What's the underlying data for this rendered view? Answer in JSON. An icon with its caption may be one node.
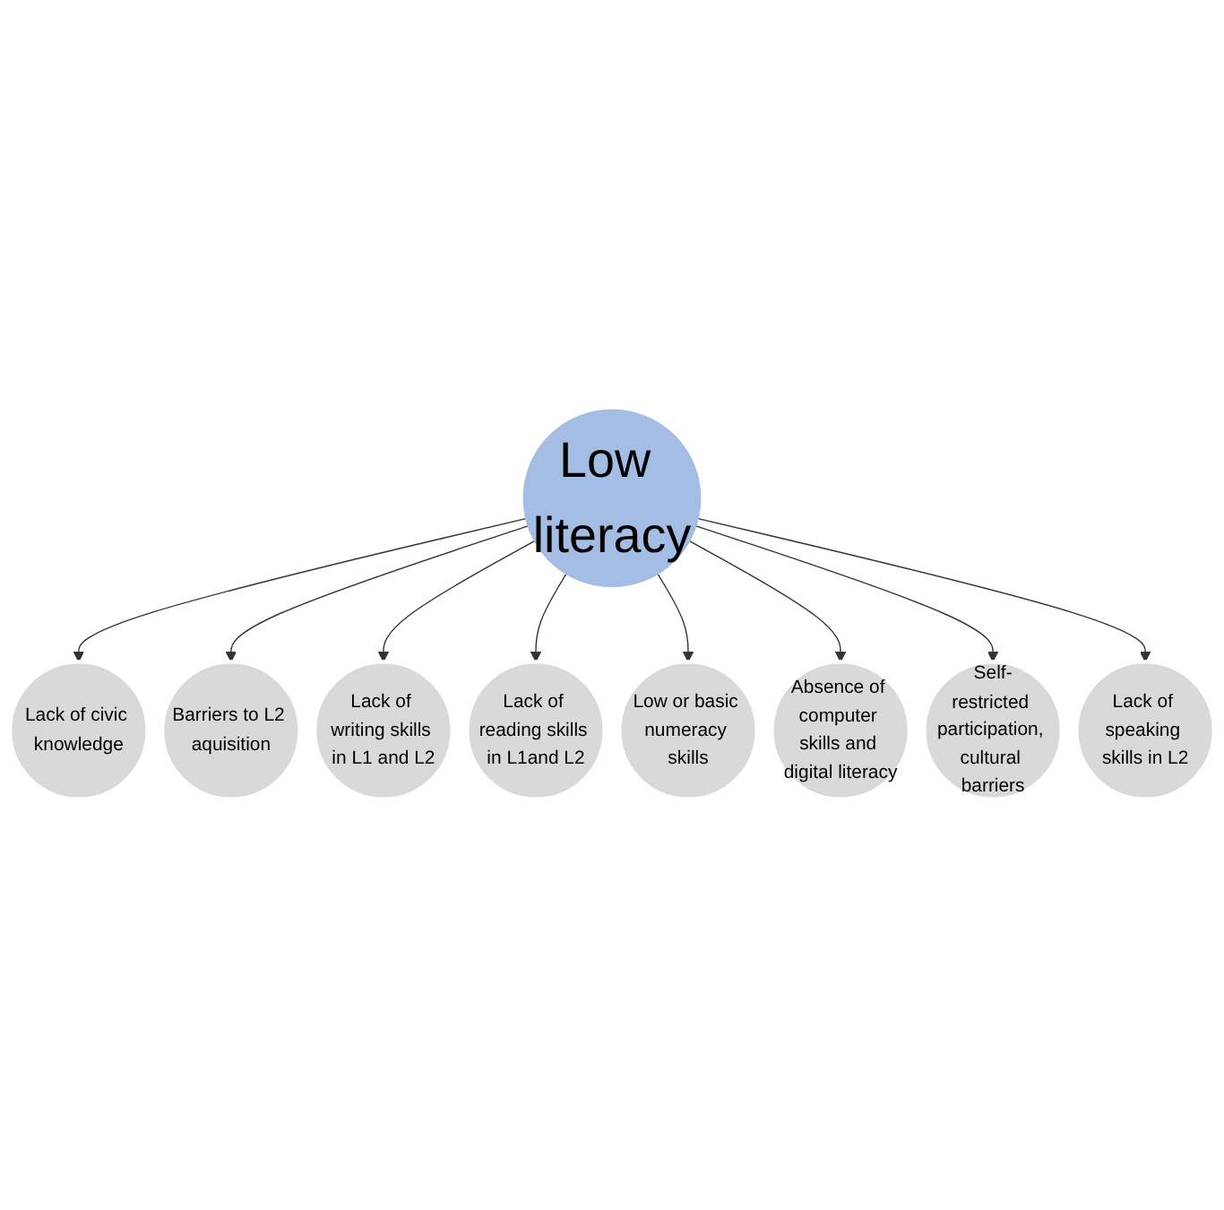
{
  "diagram": {
    "nodes": [
      {
        "text": [
          "Low literacy"
        ]
      },
      {
        "text": [
          "Lack of civic knowledge"
        ]
      },
      {
        "text": [
          "Barriers to L2 aquisition"
        ]
      },
      {
        "text": [
          "Lack of writing skills in L1 and L2"
        ]
      },
      {
        "text": [
          "Lack of reading skills in L1and L2"
        ]
      },
      {
        "text": [
          "Low or basic numeracy skills"
        ]
      },
      {
        "text": [
          "Absence of computer skills and digital literacy"
        ]
      },
      {
        "text": [
          "Self-restricted participation, cultural barriers"
        ]
      },
      {
        "text": [
          "Lack of speaking skills in L2"
        ]
      }
    ],
    "edges": [
      {
        "from": 0,
        "to": 1,
        "arrow": "to"
      },
      {
        "from": 0,
        "to": 2,
        "arrow": "to"
      },
      {
        "from": 0,
        "to": 3,
        "arrow": "to"
      },
      {
        "from": 0,
        "to": 4,
        "arrow": "to"
      },
      {
        "from": 0,
        "to": 5,
        "arrow": "to"
      },
      {
        "from": 0,
        "to": 6,
        "arrow": "to"
      },
      {
        "from": 0,
        "to": 7,
        "arrow": "to"
      },
      {
        "from": 0,
        "to": 8,
        "arrow": "to"
      }
    ]
  }
}
